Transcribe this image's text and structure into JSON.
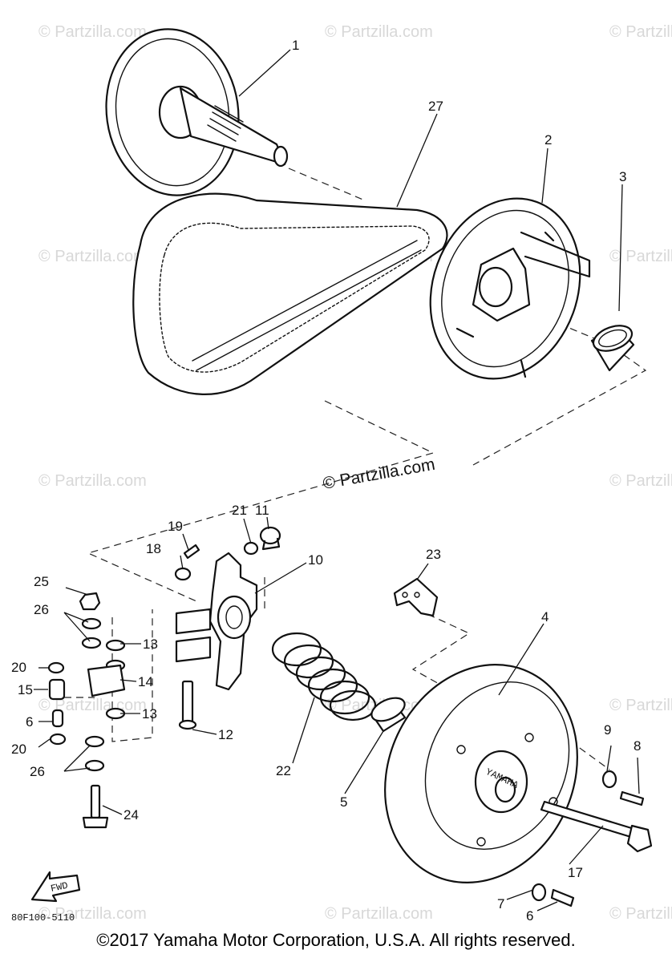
{
  "watermark": {
    "text": "© Partzilla.com",
    "main_text": "© Partzilla.com"
  },
  "callouts": {
    "p1": "1",
    "p2": "2",
    "p3": "3",
    "p4": "4",
    "p5": "5",
    "p6a": "6",
    "p6b": "6",
    "p7": "7",
    "p8": "8",
    "p9": "9",
    "p10": "10",
    "p11": "11",
    "p12": "12",
    "p13a": "13",
    "p13b": "13",
    "p14": "14",
    "p15": "15",
    "p17": "17",
    "p18": "18",
    "p19": "19",
    "p20a": "20",
    "p20b": "20",
    "p21": "21",
    "p22": "22",
    "p23": "23",
    "p24": "24",
    "p25": "25",
    "p26a": "26",
    "p26b": "26",
    "p27": "27"
  },
  "fwd_label": "FWD",
  "reference_code": "80F100-5110",
  "brand_mark": "YAMAHA",
  "footer": "©2017 Yamaha Motor Corporation, U.S.A. All rights reserved."
}
